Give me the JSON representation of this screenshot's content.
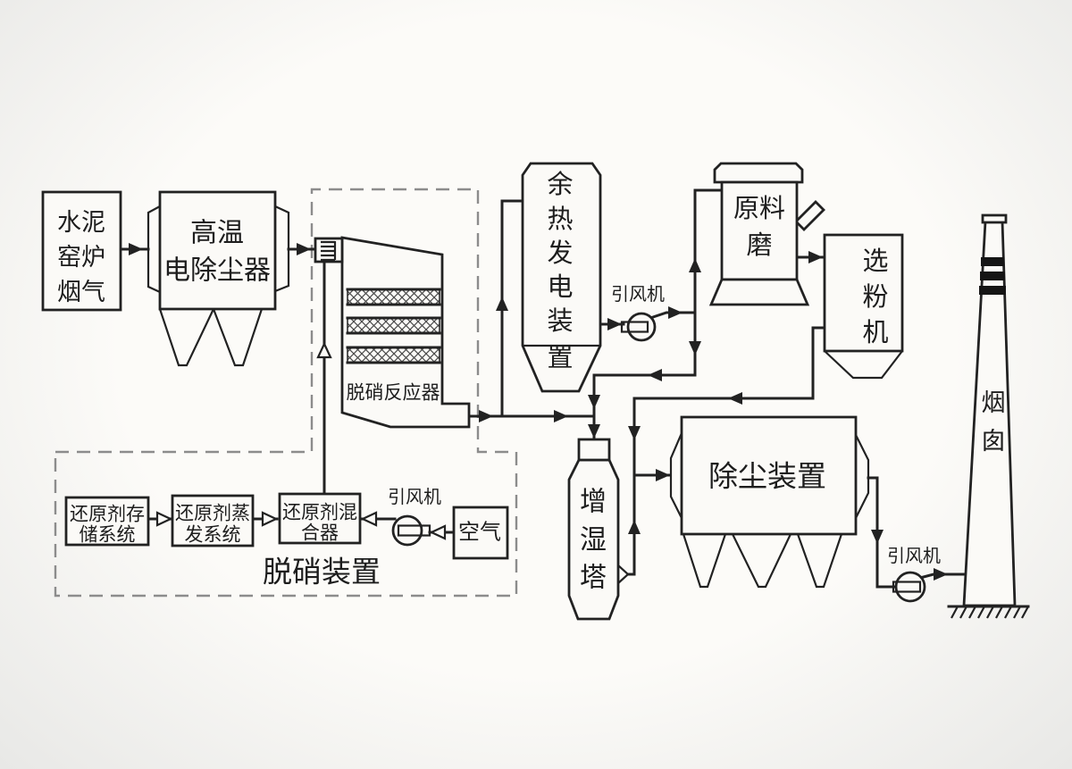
{
  "colors": {
    "ink": "#222222",
    "dashed_boundary": "#8c8c8c",
    "background": "#f6f5f1"
  },
  "diagram": {
    "kiln_flue_gas": {
      "lines": [
        "水泥",
        "窑炉",
        "烟气"
      ]
    },
    "hot_esp": {
      "lines": [
        "高温",
        "电除尘器"
      ]
    },
    "scr_reactor": {
      "label": "脱硝反应器"
    },
    "denitration_unit": {
      "label": "脱硝装置"
    },
    "reducer_storage": {
      "lines": [
        "还原剂存",
        "储系统"
      ]
    },
    "reducer_evaporation": {
      "lines": [
        "还原剂蒸",
        "发系统"
      ]
    },
    "reducer_mixer": {
      "lines": [
        "还原剂混",
        "合器"
      ]
    },
    "air_source": {
      "label": "空气"
    },
    "fan_mixer": {
      "label": "引风机"
    },
    "waste_heat_boiler": {
      "label": "余热发电装置"
    },
    "fan_boiler": {
      "label": "引风机"
    },
    "raw_mill": {
      "lines": [
        "原料",
        "磨"
      ]
    },
    "classifier": {
      "label": "选粉机"
    },
    "humidifier": {
      "label": "增湿塔"
    },
    "dust_collector": {
      "label": "除尘装置"
    },
    "fan_stack": {
      "label": "引风机"
    },
    "stack": {
      "label": "烟囱"
    }
  }
}
